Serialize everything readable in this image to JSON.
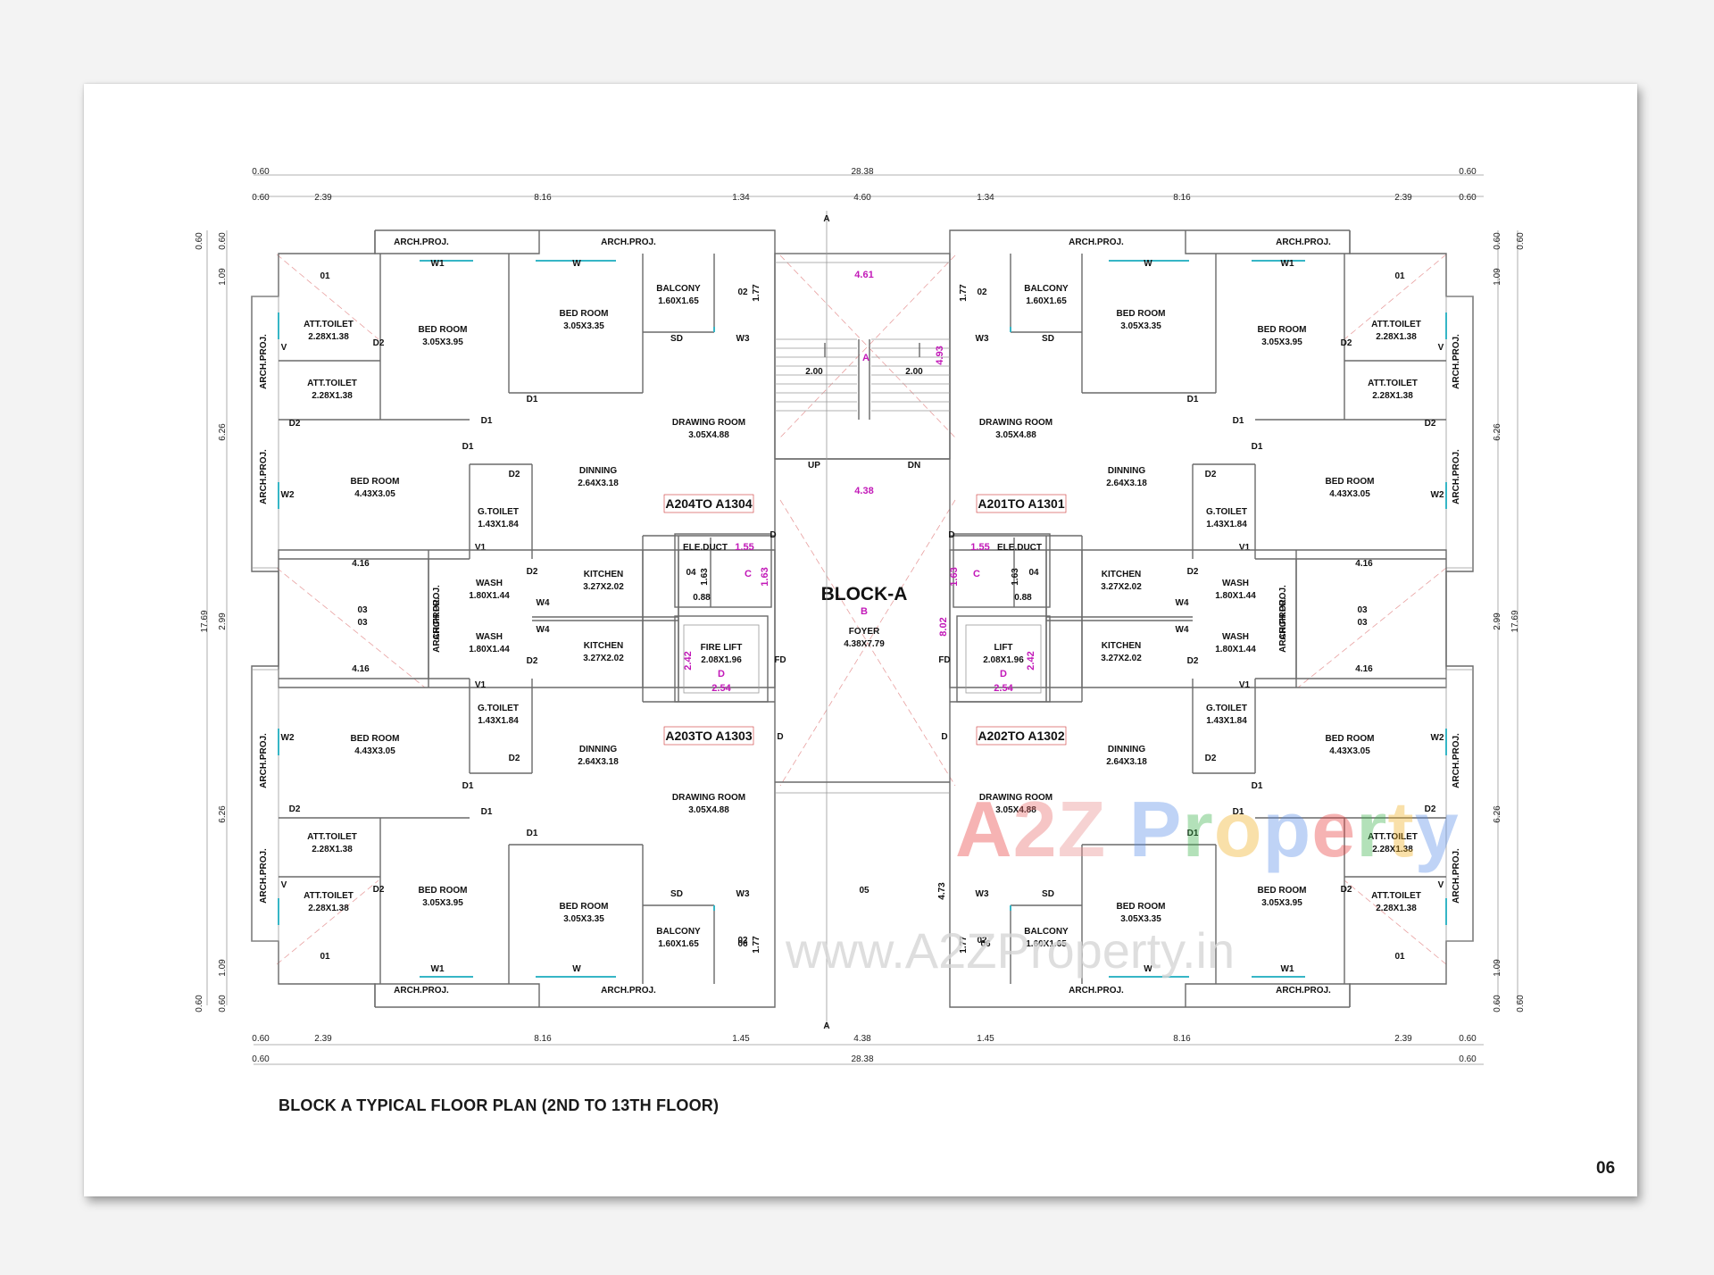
{
  "caption": "BLOCK A TYPICAL FLOOR PLAN (2ND TO 13TH FLOOR)",
  "page_number": "06",
  "block_title": "BLOCK-A",
  "watermark": {
    "site": "www.A2ZProperty.in",
    "logo": "A2Z Property"
  },
  "unit_labels": {
    "top_left": "A204TO A1304",
    "top_right": "A201TO A1301",
    "bottom_left": "A203TO A1303",
    "bottom_right": "A202TO A1302"
  },
  "top_dims": {
    "overall": "28.38",
    "edge": "0.60",
    "a": "2.39",
    "b": "8.16",
    "c": "1.34",
    "d": "4.60"
  },
  "bottom_dims": {
    "overall": "28.38",
    "edge": "0.60",
    "a": "2.39",
    "b": "8.16",
    "c": "1.45",
    "d": "4.38"
  },
  "side_dims": {
    "overall": "17.69",
    "a": "0.60",
    "b": "1.09",
    "c": "6.26",
    "d": "2.99"
  },
  "core": {
    "stair_top": "4.61",
    "stair_width": "4.38",
    "stair_left": "2.00",
    "stair_right": "2.00",
    "up": "UP",
    "dn": "DN",
    "mark_a": "A",
    "mark_b": "B",
    "mark_c": "C",
    "mark_d": "D",
    "foyer": "FOYER",
    "foyer_size": "4.38X7.79",
    "height_right": "4.93",
    "height_mid": "8.02",
    "height_low": "4.73",
    "fire_lift": "FIRE LIFT",
    "lift": "LIFT",
    "lift_size": "2.08X1.96",
    "lift_w": "2.54",
    "lift_h": "2.42",
    "ele_duct": "ELE.DUCT",
    "duct_a": "1.55",
    "duct_b": "1.63",
    "duct_w": "0.88",
    "fd": "FD",
    "d": "D",
    "label_05": "05",
    "label_04": "04",
    "label_02": "02",
    "label_06": "06"
  },
  "rooms": {
    "bed1": "BED ROOM",
    "bed1_size": "3.05X3.95",
    "bed2": "BED ROOM",
    "bed2_size": "3.05X3.35",
    "bed3": "BED ROOM",
    "bed3_size": "4.43X3.05",
    "balcony": "BALCONY",
    "balcony_size": "1.60X1.65",
    "att_toilet": "ATT.TOILET",
    "att_size": "2.28X1.38",
    "g_toilet": "G.TOILET",
    "g_size": "1.43X1.84",
    "drawing": "DRAWING ROOM",
    "drawing_size": "3.05X4.88",
    "dinning": "DINNING",
    "dinning_size": "2.64X3.18",
    "kitchen": "KITCHEN",
    "kitchen_size": "3.27X2.02",
    "wash": "WASH",
    "wash_size": "1.80X1.44",
    "arch": "ARCH.PROJ.",
    "w": "W",
    "w1": "W1",
    "w2": "W2",
    "w3": "W3",
    "w4": "W4",
    "v": "V",
    "v1": "V1",
    "sd": "SD",
    "d1": "D1",
    "d2": "D2",
    "o01": "01",
    "o03": "03",
    "dim416": "4.16",
    "dim177": "1.77"
  }
}
